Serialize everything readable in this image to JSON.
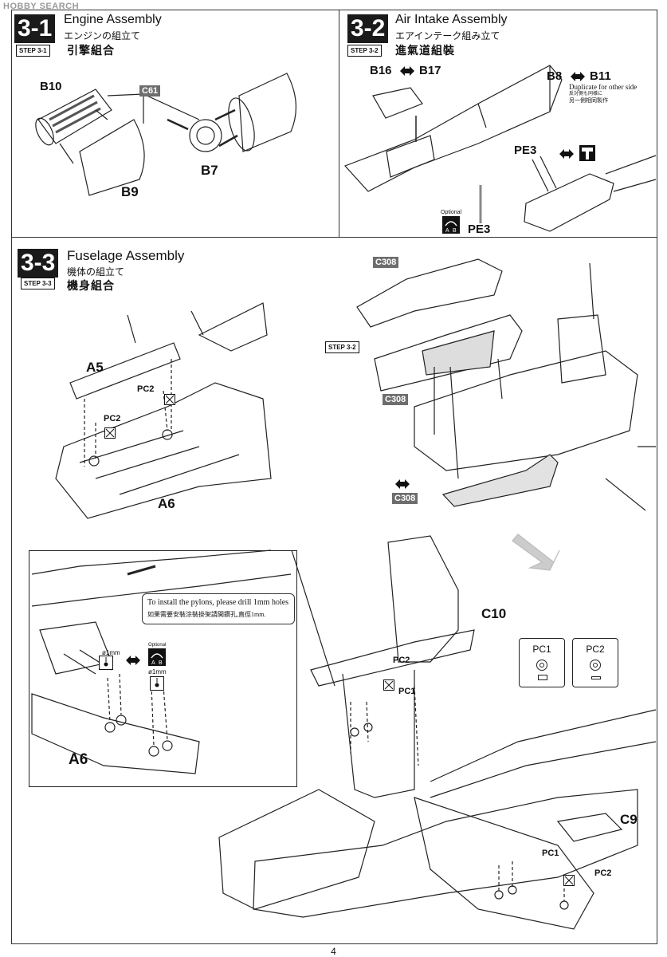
{
  "watermark": "HOBBY SEARCH",
  "steps": {
    "s31": {
      "number": "3-1",
      "step_tag": "STEP 3-1",
      "title_en": "Engine Assembly",
      "title_jp": "エンジンの組立て",
      "title_cn": "引擎組合"
    },
    "s32": {
      "number": "3-2",
      "step_tag": "STEP 3-2",
      "title_en": "Air Intake Assembly",
      "title_jp": "エアインテーク組み立て",
      "title_cn": "進氣道組裝"
    },
    "s33": {
      "number": "3-3",
      "step_tag": "STEP 3-3",
      "title_en": "Fuselage Assembly",
      "title_jp": "機体の組立て",
      "title_cn": "機身組合"
    }
  },
  "part_labels": {
    "b10": "B10",
    "c61": "C61",
    "b7": "B7",
    "b9": "B9",
    "b16": "B16",
    "b17": "B17",
    "b8": "B8",
    "b11": "B11",
    "pe3_top": "PE3",
    "pe3_bottom": "PE3",
    "optional": "Optional",
    "a5": "A5",
    "pc2_a": "PC2",
    "pc2_b": "PC2",
    "a6": "A6",
    "c308_a": "C308",
    "step32_ref": "STEP 3-2",
    "c308_b": "C308",
    "c308_c": "C308",
    "c10": "C10",
    "pc2_c": "PC2",
    "pc1_a": "PC1",
    "c9": "C9",
    "pc1_b": "PC1",
    "pc2_d": "PC2",
    "inset_a6": "A6",
    "drill1": "ø1mm",
    "drill2": "ø1mm",
    "optional2": "Optional"
  },
  "b11_note": {
    "en": "Duplicate for other side",
    "jp": "反対側も同様に",
    "cn": "另一側相同製作"
  },
  "callout": {
    "en": "To install the pylons, please drill 1mm holes",
    "cn": "如果需要安裝涂裝掛架請開鑽孔,直徑1mm."
  },
  "legend": [
    {
      "name": "PC1"
    },
    {
      "name": "PC2"
    }
  ],
  "page_number": "4",
  "colors": {
    "ink": "#111111",
    "label_bg": "#6e6e6e",
    "step_bg": "#1a1a1a"
  },
  "icons": [
    "cement-icon",
    "paint-icon",
    "optional-icon",
    "drill-icon",
    "flip-arrow-icon"
  ]
}
